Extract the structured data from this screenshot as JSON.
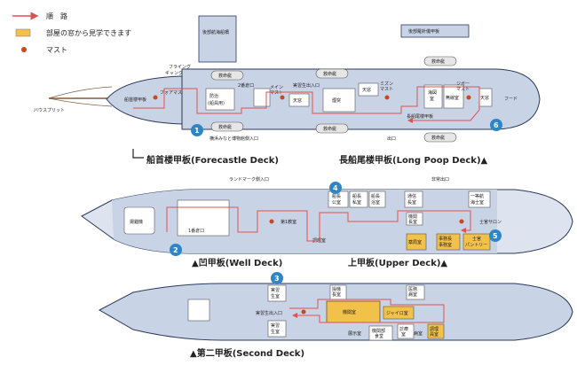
{
  "legend": {
    "route": "順　路",
    "window_view": "部屋の窓から見学できます",
    "mast": "マスト"
  },
  "colors": {
    "route": "#e05050",
    "deck_fill": "#c9d3e6",
    "deck_fill2": "#dde3ef",
    "hull_stroke": "#2a3a5a",
    "window_room": "#f2c14a",
    "mast": "#c8491f",
    "marker": "#2f86c6",
    "room_fill": "#ffffff",
    "boat_fill": "#e6e6e6"
  },
  "decks": {
    "forecastle": "船首楼甲板(Forecastle Deck)",
    "long_poop": "長船尾楼甲板(Long Poop Deck)▲",
    "well": "▲凹甲板(Well Deck)",
    "upper": "上甲板(Upper Deck)▲",
    "second": "▲第二甲板(Second Deck)"
  },
  "markers": [
    "1",
    "2",
    "3",
    "4",
    "5",
    "6"
  ],
  "top_deck": {
    "bridge_deck": "後部航海船橋",
    "rear_compass": "後部羅針儀甲板",
    "lifeboats": [
      "救命艇",
      "救命艇",
      "救命艇",
      "救命艇",
      "救命艇",
      "救命艇"
    ],
    "flying_gangway": "フライング\nギャングウェイ",
    "bowsprit": "バウスプリット",
    "forecastle_deck": "船首楼甲板",
    "fore_mast": "フォアマスト",
    "hatch2": "2番倉口",
    "bosun_store": "防治\n(船員用)",
    "main_mast": "メイン\nマスト",
    "trainee_entrance": "実習生出入口",
    "skylight1": "天窓",
    "skylight2": "天窓",
    "skylight3": "天窓",
    "mizzen_mast": "ミズン\nマスト",
    "funnel": "煙突",
    "sea_map": "海図\n室",
    "wireless": "無線室",
    "jigger_mast": "ジガー\nマスト",
    "hood": "フード",
    "long_poop_label": "長船尾楼甲板",
    "museum_entrance": "横浜みなと博物館側入口",
    "exit": "出口"
  },
  "middle_deck": {
    "landmark_entrance": "ランドマーク側入口",
    "emergency_exit": "非常出口",
    "capstan": "揚錨機",
    "hatch1": "1番倉口",
    "first_classroom": "第1教室",
    "pantry": "調理室",
    "captain_office": "船長\n公室",
    "captain_room": "船長\n私室",
    "chief_office": "船長\n浴室",
    "comm_chief": "通信\n長室",
    "chief_officer": "一等航\n海士室",
    "officer_salon": "士官サロン",
    "chief_engineer": "機関\n長室",
    "pharmacy": "薬局室",
    "purser_office": "事務長\n事務室",
    "officer_pantry": "士官\nパントリー"
  },
  "bottom_deck": {
    "trainee_room1": "実習\n生室",
    "trainee_room2": "実習\n生室",
    "trainee_entrance": "実習生出入口",
    "engine_chief": "操機\n長室",
    "engine_room": "機関室",
    "gyro_room": "ジャイロ室",
    "exhibition": "展示室",
    "engine_crew": "機関部\n食堂",
    "clinic": "診療\n室",
    "hospital": "病室",
    "doctor_office": "医務\n病室",
    "pantry_second": "調理\n員室"
  }
}
